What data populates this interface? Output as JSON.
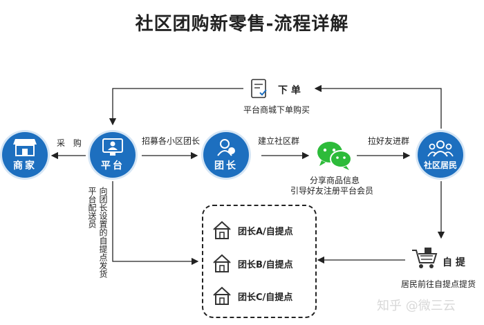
{
  "title": "社区团购新零售-流程详解",
  "nodes": {
    "merchant": "商家",
    "platform": "平台",
    "leader": "团长",
    "residents": "社区居民"
  },
  "labels": {
    "order": "下 单",
    "order_sub": "平台商城下单购买",
    "purchase": "采 购",
    "recruit": "招募各小区团长",
    "build_group": "建立社区群",
    "invite": "拉好友进群",
    "share_line1": "分享商品信息",
    "share_line2": "引导好友注册平台会员",
    "platform_delivery": "平台配送员",
    "setup_pickup": "向团长设置的自提点发货",
    "self_pickup": "自 提",
    "self_pickup_sub": "居民前往自提点提货"
  },
  "pickup_points": [
    "团长A/自提点",
    "团长B/自提点",
    "团长C/自提点"
  ],
  "watermark": "知乎 @微三云"
}
